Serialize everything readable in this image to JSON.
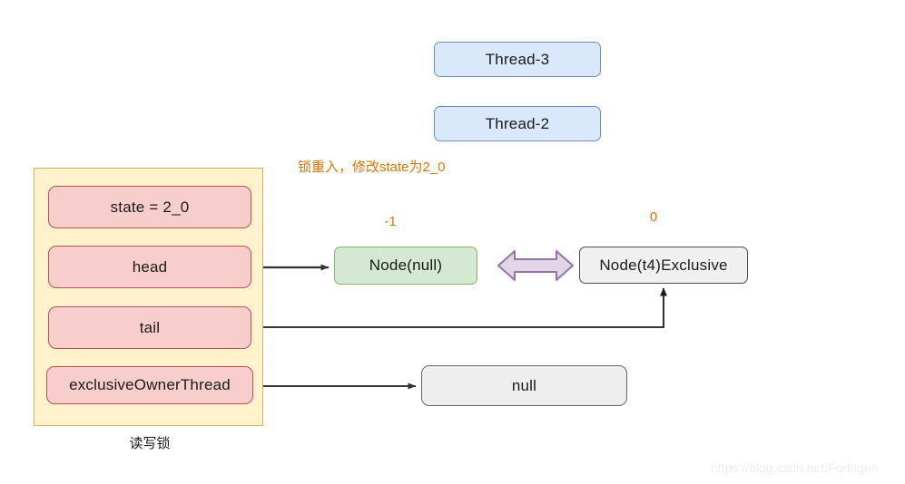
{
  "diagram": {
    "title_caption": "读写锁",
    "annotation": "锁重入，修改state为2_0",
    "watermark": "https://blog.csdn.net/Forlogen",
    "colors": {
      "thread_fill": "#dae8fc",
      "thread_stroke": "#6c8ebf",
      "lock_fill": "#fff2cc",
      "lock_stroke": "#d6b656",
      "field_fill": "#f8cecc",
      "field_stroke": "#b85450",
      "node_null_fill": "#d5e8d4",
      "node_null_stroke": "#82b366",
      "node_t4_fill": "#f0f0f0",
      "node_t4_stroke": "#4d4d4d",
      "null_fill": "#eeeeee",
      "null_stroke": "#666666",
      "annotation_text": "#d97706",
      "arrow": "#333333",
      "double_arrow_fill": "#e1d5e7",
      "double_arrow_stroke": "#9673a6",
      "watermark_text": "#ededed"
    }
  },
  "threads": [
    {
      "label": "Thread-3"
    },
    {
      "label": "Thread-2"
    }
  ],
  "lock": {
    "fields": [
      {
        "key": "state",
        "label": "state = 2_0"
      },
      {
        "key": "head",
        "label": "head"
      },
      {
        "key": "tail",
        "label": "tail"
      },
      {
        "key": "exclusiveOwnerThread",
        "label": "exclusiveOwnerThread"
      }
    ]
  },
  "queue": {
    "nodes": [
      {
        "label": "Node(null)",
        "wait_status": "-1"
      },
      {
        "label": "Node(t4)Exclusive",
        "wait_status": "0"
      }
    ]
  },
  "owner": {
    "value": "null"
  }
}
